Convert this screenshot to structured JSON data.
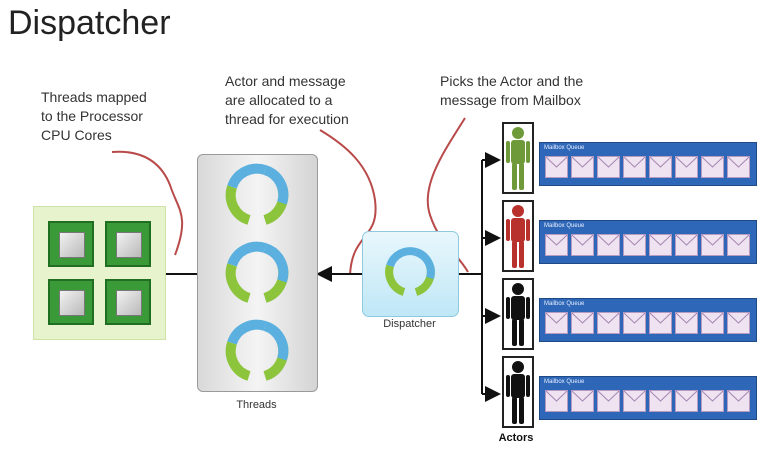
{
  "title": "Dispatcher",
  "notes": {
    "threads_mapped": "Threads mapped\nto the Processor\nCPU Cores",
    "actor_allocated": "Actor and message\nare allocated to a\nthread for execution",
    "picks_actor": "Picks the Actor and the\nmessage from Mailbox"
  },
  "labels": {
    "threads": "Threads",
    "dispatcher": "Dispatcher",
    "actors": "Actors",
    "mailbox_queue": "Mailbox Queue"
  },
  "actors": [
    {
      "color": "#6f9a3a",
      "messages": 8
    },
    {
      "color": "#b8312c",
      "messages": 8
    },
    {
      "color": "#111111",
      "messages": 8
    },
    {
      "color": "#111111",
      "messages": 8
    }
  ],
  "colors": {
    "cycle_blue": "#5bb0e0",
    "cycle_green": "#8cc43c",
    "callout_line": "#b94a4a"
  },
  "icons": [
    "cpu-chip-icon",
    "cycle-arrows-icon",
    "person-icon",
    "envelope-icon"
  ]
}
